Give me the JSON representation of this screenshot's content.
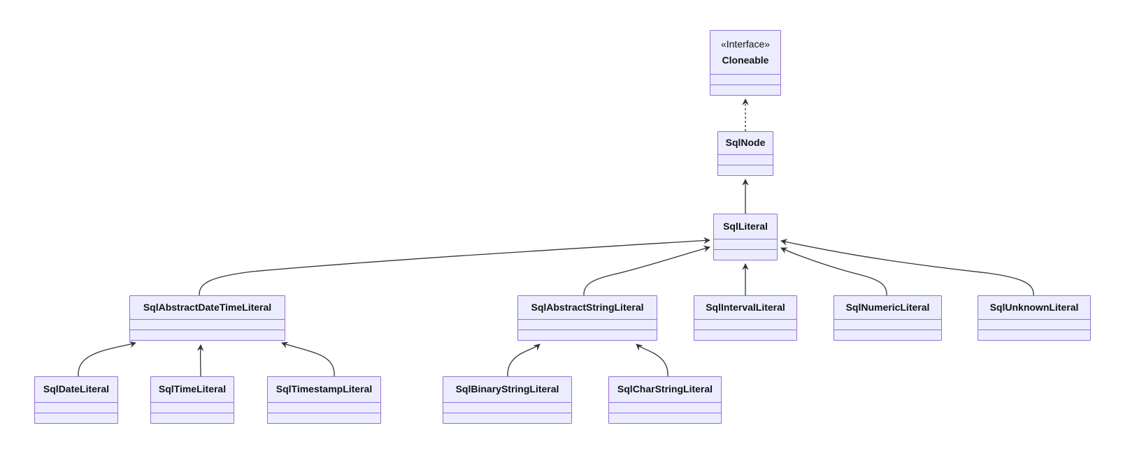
{
  "diagram": {
    "kind": "uml-class-diagram",
    "background_color": "#ffffff",
    "node_fill_color": "#ECECFF",
    "node_border_color": "#9370DB",
    "edge_color": "#333333",
    "text_color": "#131313"
  },
  "classes": {
    "cloneable": {
      "stereotype": "«Interface»",
      "name": "Cloneable"
    },
    "sqlNode": {
      "name": "SqlNode"
    },
    "sqlLiteral": {
      "name": "SqlLiteral"
    },
    "sqlAbstractDateTimeLiteral": {
      "name": "SqlAbstractDateTimeLiteral"
    },
    "sqlAbstractStringLiteral": {
      "name": "SqlAbstractStringLiteral"
    },
    "sqlIntervalLiteral": {
      "name": "SqlIntervalLiteral"
    },
    "sqlNumericLiteral": {
      "name": "SqlNumericLiteral"
    },
    "sqlUnknownLiteral": {
      "name": "SqlUnknownLiteral"
    },
    "sqlDateLiteral": {
      "name": "SqlDateLiteral"
    },
    "sqlTimeLiteral": {
      "name": "SqlTimeLiteral"
    },
    "sqlTimestampLiteral": {
      "name": "SqlTimestampLiteral"
    },
    "sqlBinaryStringLiteral": {
      "name": "SqlBinaryStringLiteral"
    },
    "sqlCharStringLiteral": {
      "name": "SqlCharStringLiteral"
    }
  },
  "relations": [
    {
      "from": "SqlNode",
      "to": "Cloneable",
      "kind": "dashed-arrow"
    },
    {
      "from": "SqlLiteral",
      "to": "SqlNode",
      "kind": "solid-arrow"
    },
    {
      "from": "SqlAbstractDateTimeLiteral",
      "to": "SqlLiteral",
      "kind": "solid-arrow"
    },
    {
      "from": "SqlAbstractStringLiteral",
      "to": "SqlLiteral",
      "kind": "solid-arrow"
    },
    {
      "from": "SqlIntervalLiteral",
      "to": "SqlLiteral",
      "kind": "solid-arrow"
    },
    {
      "from": "SqlNumericLiteral",
      "to": "SqlLiteral",
      "kind": "solid-arrow"
    },
    {
      "from": "SqlUnknownLiteral",
      "to": "SqlLiteral",
      "kind": "solid-arrow"
    },
    {
      "from": "SqlDateLiteral",
      "to": "SqlAbstractDateTimeLiteral",
      "kind": "solid-arrow"
    },
    {
      "from": "SqlTimeLiteral",
      "to": "SqlAbstractDateTimeLiteral",
      "kind": "solid-arrow"
    },
    {
      "from": "SqlTimestampLiteral",
      "to": "SqlAbstractDateTimeLiteral",
      "kind": "solid-arrow"
    },
    {
      "from": "SqlBinaryStringLiteral",
      "to": "SqlAbstractStringLiteral",
      "kind": "solid-arrow"
    },
    {
      "from": "SqlCharStringLiteral",
      "to": "SqlAbstractStringLiteral",
      "kind": "solid-arrow"
    }
  ]
}
